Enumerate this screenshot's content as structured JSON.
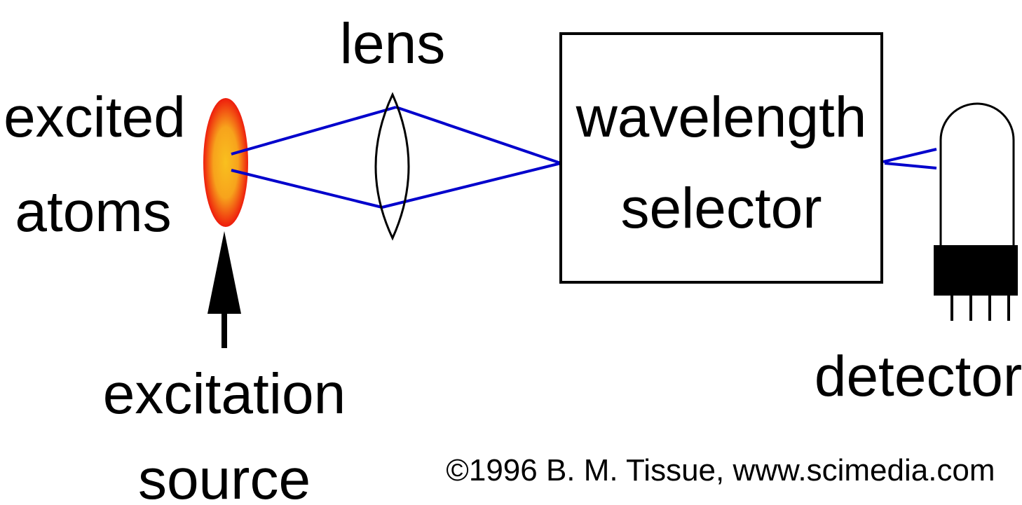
{
  "labels": {
    "lens": "lens",
    "excited_line1": "excited",
    "excited_line2": "atoms",
    "excitation_line1": "excitation",
    "excitation_line2": "source",
    "selector_line1": "wavelength",
    "selector_line2": "selector",
    "detector": "detector",
    "copyright": "©1996 B. M. Tissue, www.scimedia.com"
  },
  "colors": {
    "beam": "#0000cc",
    "source_outer": "#ee1c0c",
    "source_inner": "#f7a31c",
    "ink": "#000000",
    "background": "#ffffff"
  }
}
